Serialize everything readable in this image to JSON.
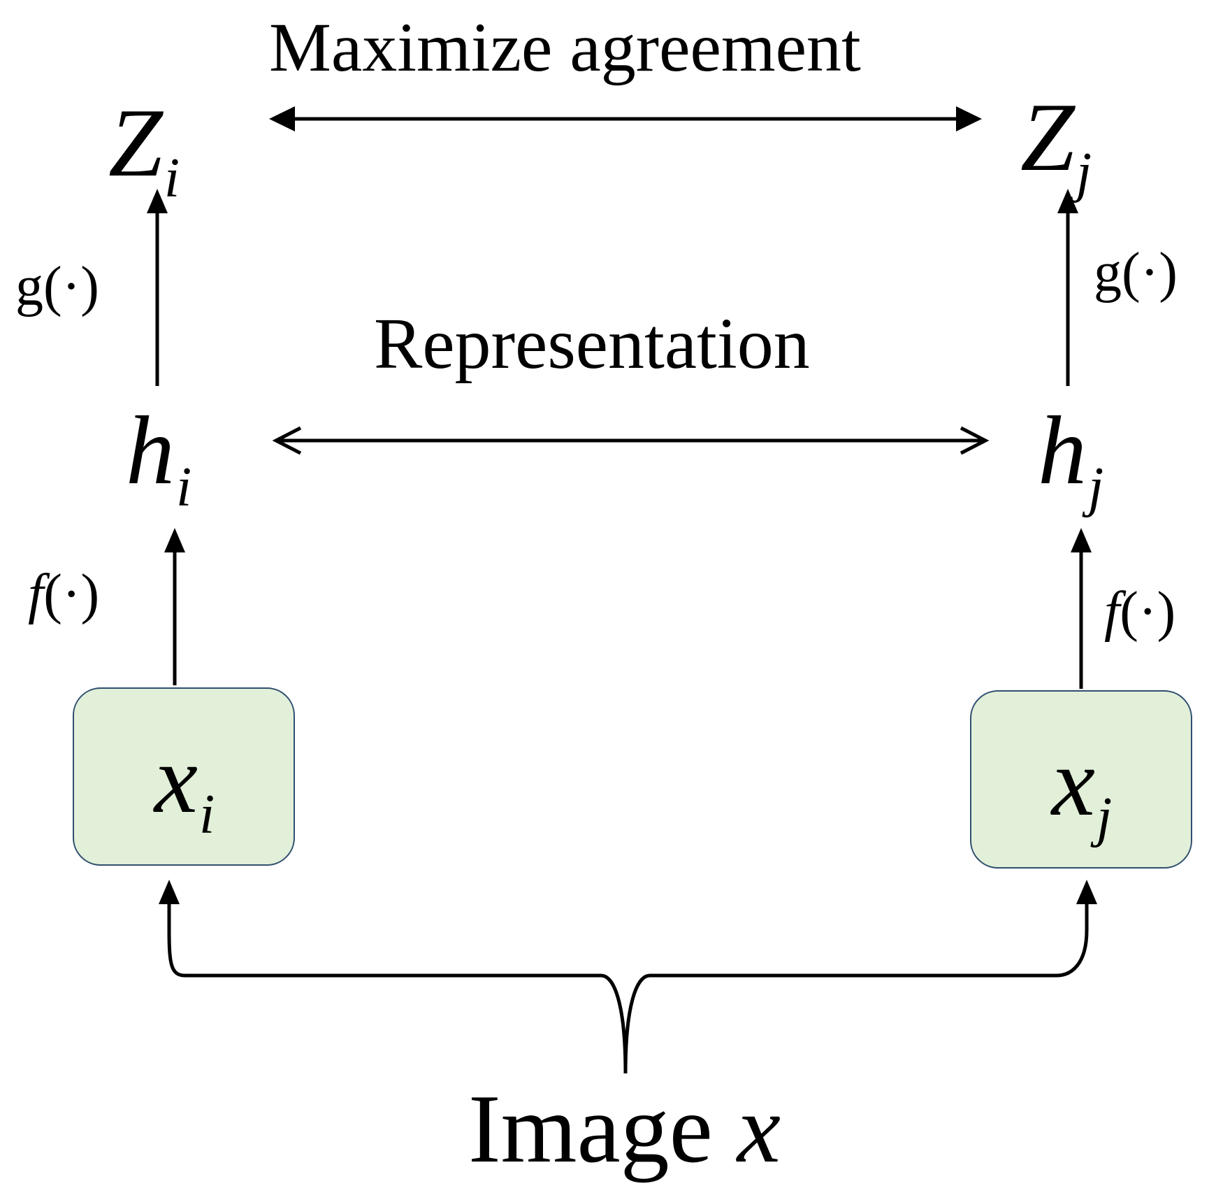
{
  "labels": {
    "maximize": "Maximize agreement",
    "representation": "Representation",
    "image_word": "Image",
    "image_var": "x"
  },
  "nodes": {
    "z_i": {
      "base": "Z",
      "sub": "i"
    },
    "z_j": {
      "base": "Z",
      "sub": "j"
    },
    "h_i": {
      "base": "h",
      "sub": "i"
    },
    "h_j": {
      "base": "h",
      "sub": "j"
    },
    "x_i": {
      "base": "x",
      "sub": "i"
    },
    "x_j": {
      "base": "x",
      "sub": "j"
    }
  },
  "functions": {
    "g_left": "g(·)",
    "g_right": "g(·)",
    "f_left": {
      "name": "f",
      "arg": "(·)"
    },
    "f_right": {
      "name": "f",
      "arg": "(·)"
    }
  },
  "colors": {
    "box_fill": "#e2efd9",
    "box_border": "#2f4f6f",
    "line": "#000000"
  }
}
